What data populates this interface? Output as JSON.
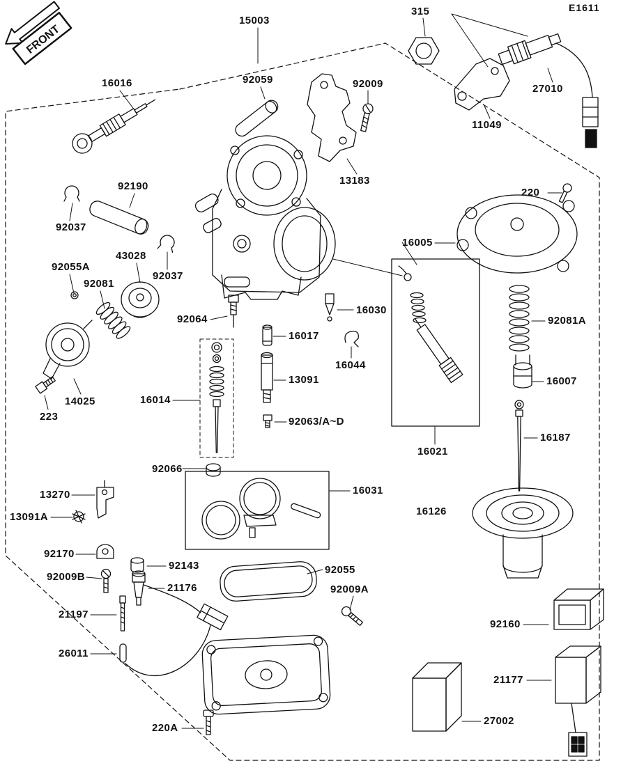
{
  "meta": {
    "code": "E1611",
    "front": "FRONT"
  },
  "parts": {
    "p15003": "15003",
    "p315": "315",
    "p27010": "27010",
    "p11049": "11049",
    "p16016": "16016",
    "p92059": "92059",
    "p92009": "92009",
    "p13183": "13183",
    "p220": "220",
    "p92190": "92190",
    "p92037a": "92037",
    "p16005": "16005",
    "p43028": "43028",
    "p92037b": "92037",
    "p92055A": "92055A",
    "p92081": "92081",
    "p16030": "16030",
    "p92081A": "92081A",
    "p92064": "92064",
    "p16017": "16017",
    "p16044": "16044",
    "p13091": "13091",
    "p16007": "16007",
    "p16014": "16014",
    "p14025": "14025",
    "p223": "223",
    "p92063": "92063/A~D",
    "p16187": "16187",
    "p16021": "16021",
    "p92066": "92066",
    "p16031": "16031",
    "p13270": "13270",
    "p16126": "16126",
    "p13091A": "13091A",
    "p92170": "92170",
    "p92143": "92143",
    "p92055": "92055",
    "p92009B": "92009B",
    "p21176": "21176",
    "p92009A": "92009A",
    "p21197": "21197",
    "p92160": "92160",
    "p26011": "26011",
    "p21177": "21177",
    "p27002": "27002",
    "p220A": "220A"
  }
}
